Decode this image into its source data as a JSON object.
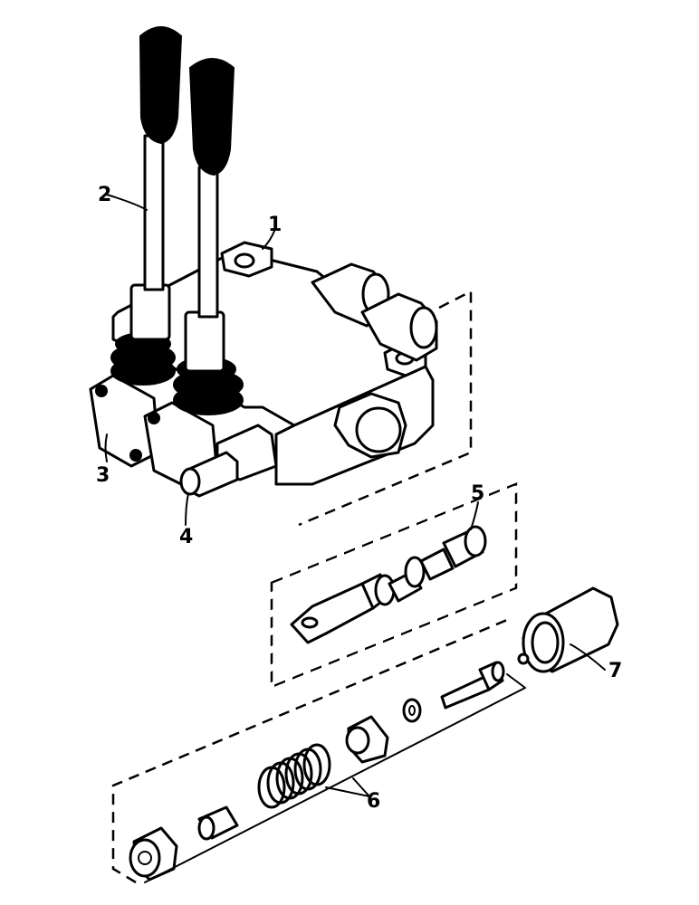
{
  "figure": {
    "type": "exploded-parts-diagram",
    "callouts": [
      {
        "id": "1",
        "text": "1"
      },
      {
        "id": "2",
        "text": "2"
      },
      {
        "id": "3",
        "text": "3"
      },
      {
        "id": "4",
        "text": "4"
      },
      {
        "id": "5",
        "text": "5"
      },
      {
        "id": "6",
        "text": "6"
      },
      {
        "id": "7",
        "text": "7"
      }
    ]
  }
}
